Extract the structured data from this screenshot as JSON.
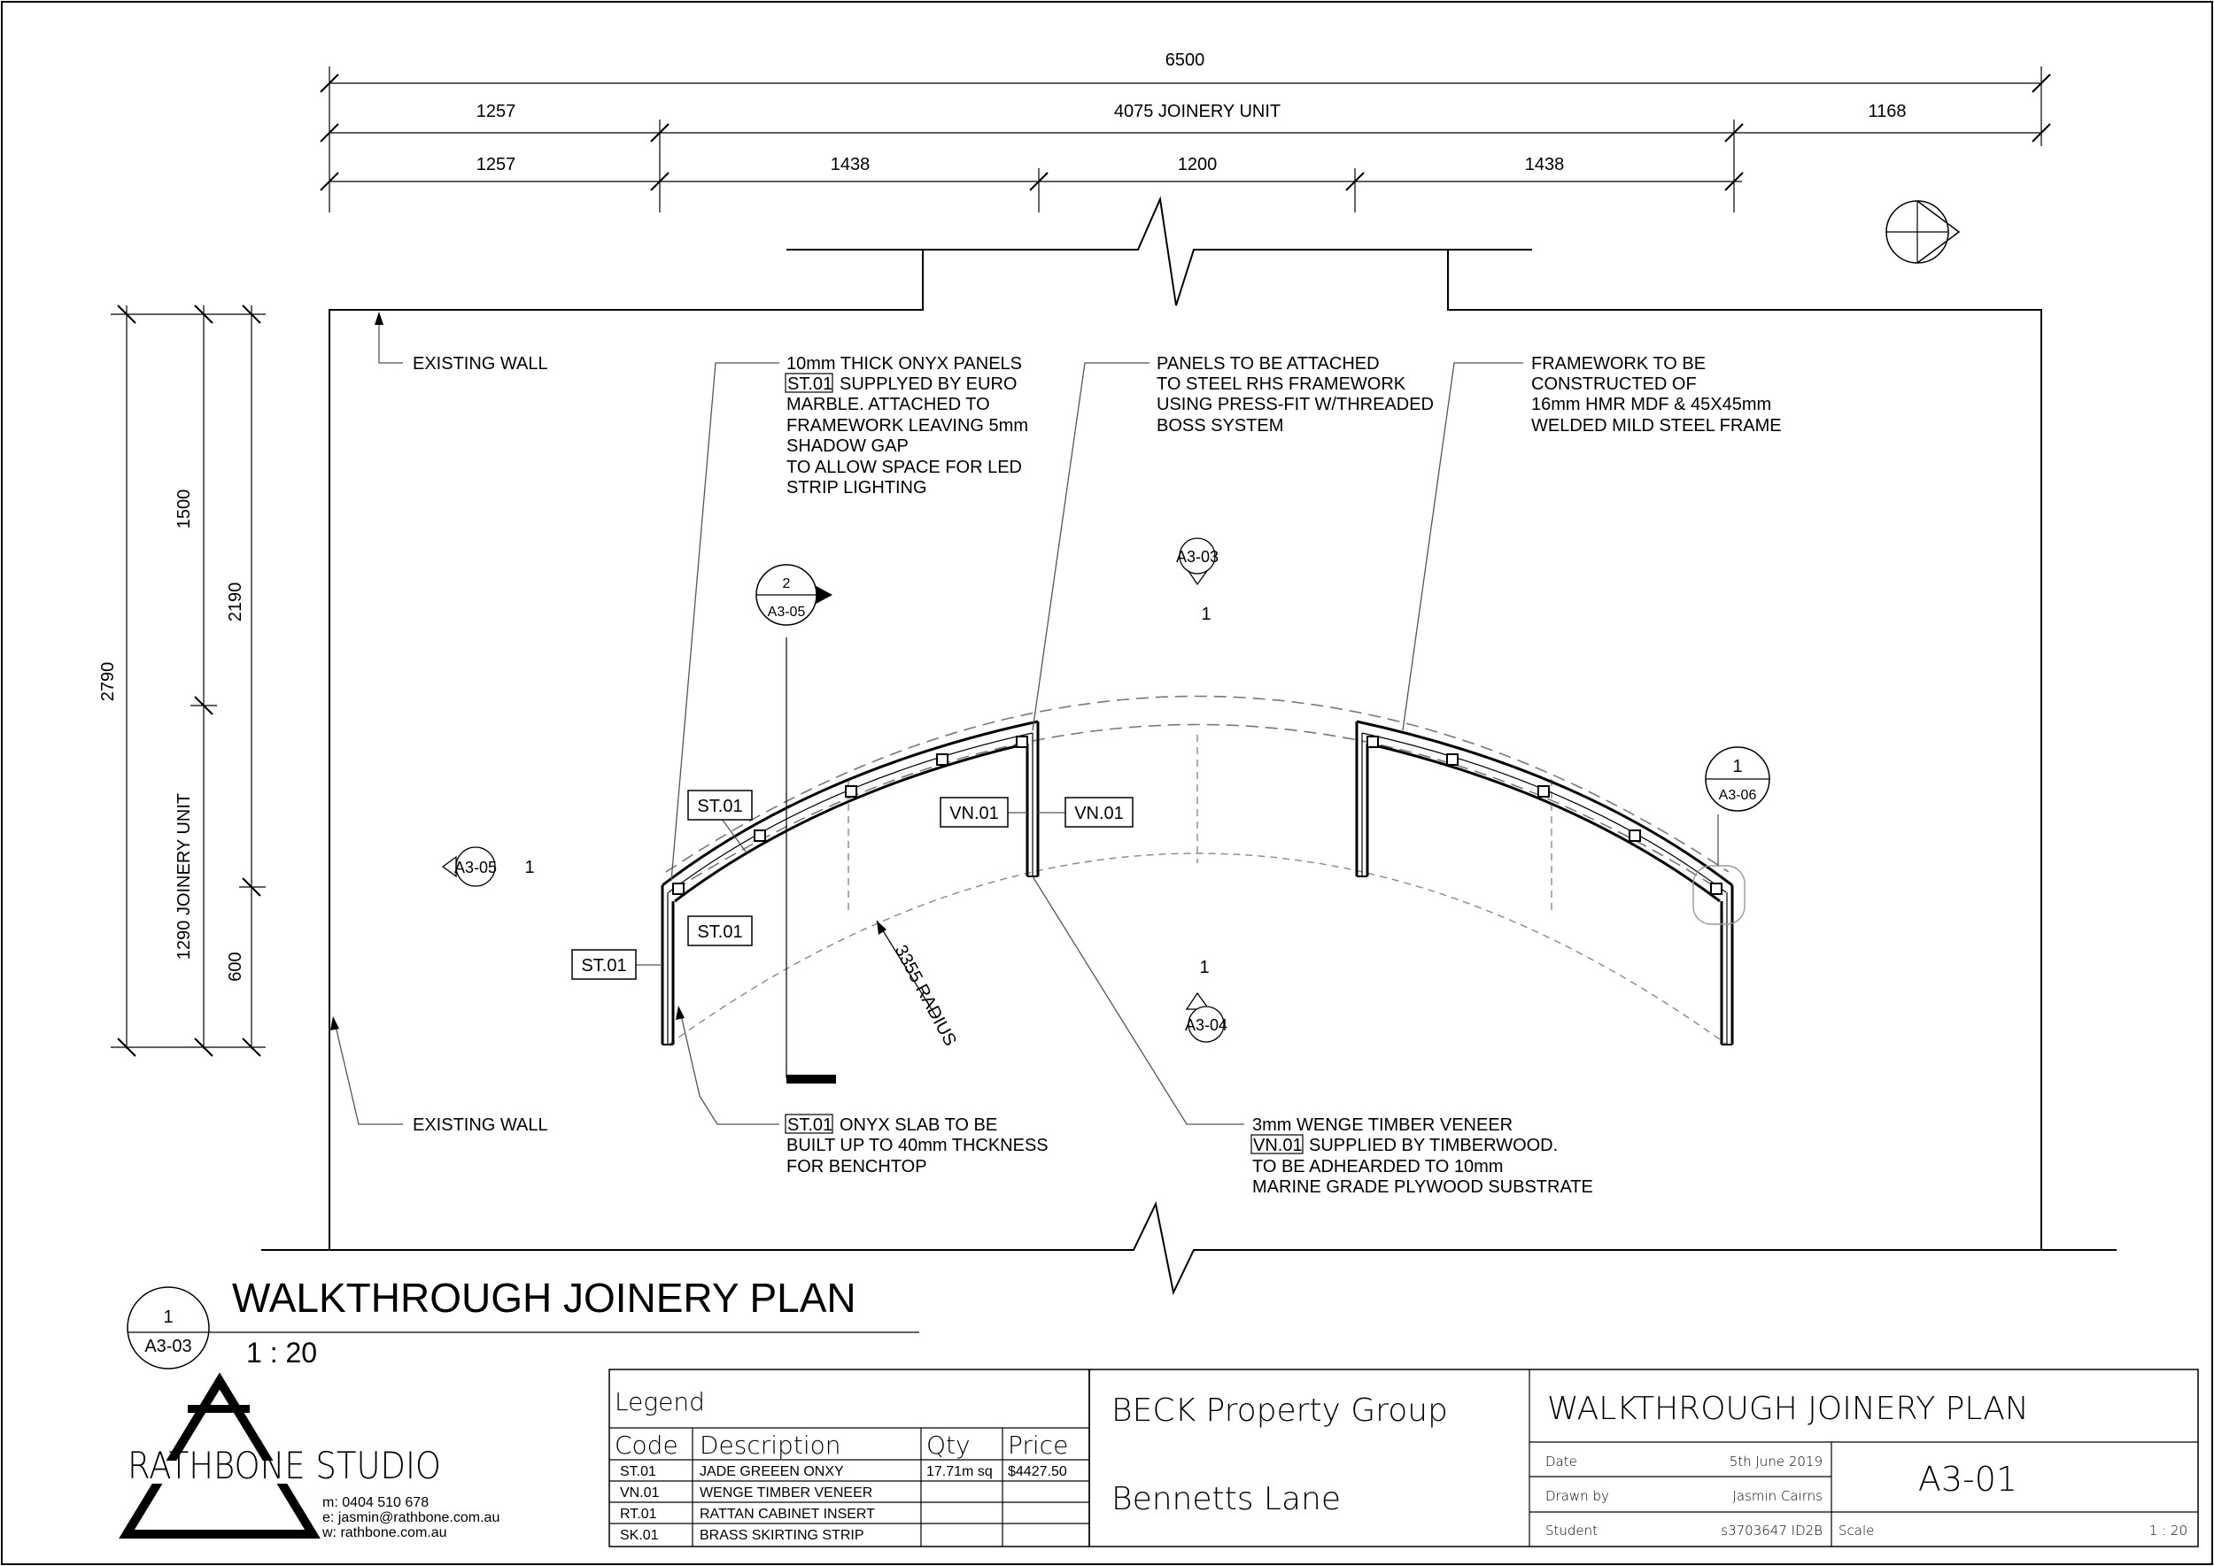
{
  "dimensions": {
    "overall": "6500",
    "row2": [
      "1257",
      "4075 JOINERY UNIT",
      "1168"
    ],
    "row3": [
      "1257",
      "1438",
      "1200",
      "1438"
    ],
    "left_overall": "2790",
    "left_mid": [
      "1500",
      "1290 JOINERY UNIT"
    ],
    "left_inner": [
      "2190",
      "600"
    ],
    "radius": "3355 RADIUS"
  },
  "notes": {
    "existing_wall_top": "EXISTING WALL",
    "existing_wall_bottom": "EXISTING WALL",
    "onyx_panels": [
      "10mm THICK ONYX PANELS",
      "SUPPLYED BY EURO",
      "MARBLE. ATTACHED TO",
      "FRAMEWORK LEAVING 5mm",
      "SHADOW GAP",
      "TO ALLOW SPACE FOR LED",
      "STRIP LIGHTING"
    ],
    "onyx_panels_code": "ST.01",
    "panels_attached": [
      "PANELS TO BE ATTACHED",
      "TO STEEL RHS FRAMEWORK",
      "USING PRESS-FIT W/THREADED",
      "BOSS SYSTEM"
    ],
    "framework": [
      "FRAMEWORK TO BE",
      "CONSTRUCTED OF",
      "16mm HMR MDF & 45X45mm",
      "WELDED MILD STEEL FRAME"
    ],
    "onyx_slab": [
      "ONYX SLAB TO BE",
      "BUILT UP TO 40mm THCKNESS",
      "FOR BENCHTOP"
    ],
    "onyx_slab_code": "ST.01",
    "veneer": [
      "3mm WENGE TIMBER VENEER",
      "SUPPLIED BY TIMBERWOOD.",
      "TO BE ADHEARDED TO 10mm",
      "MARINE GRADE PLYWOOD SUBSTRATE"
    ],
    "veneer_first_line_code": "VN.01"
  },
  "tags": {
    "st01_a": "ST.01",
    "st01_b": "ST.01",
    "st01_c": "ST.01",
    "vn01_a": "VN.01",
    "vn01_b": "VN.01"
  },
  "markers": {
    "section": {
      "number": "2",
      "sheet": "A3-05"
    },
    "elev_top": {
      "sheet": "A3-03",
      "number": "1"
    },
    "elev_bottom": {
      "sheet": "A3-04",
      "number": "1"
    },
    "elev_left": {
      "sheet": "A3-05",
      "number": "1"
    },
    "detail": {
      "number": "1",
      "sheet": "A3-06"
    }
  },
  "drawing_title": {
    "number": "1",
    "sheet": "A3-03",
    "title": "WALKTHROUGH JOINERY PLAN",
    "scale": "1 : 20"
  },
  "studio": {
    "name": "RATHBONE STUDIO",
    "phone": "m: 0404 510 678",
    "email": "e: jasmin@rathbone.com.au",
    "web": "w: rathbone.com.au"
  },
  "legend": {
    "title": "Legend",
    "headers": [
      "Code",
      "Description",
      "Qty",
      "Price"
    ],
    "rows": [
      [
        "ST.01",
        "JADE GREEEN ONXY",
        "17.71m sq",
        "$4427.50"
      ],
      [
        "VN.01",
        "WENGE TIMBER VENEER",
        "",
        ""
      ],
      [
        "RT.01",
        "RATTAN CABINET INSERT",
        "",
        ""
      ],
      [
        "SK.01",
        "BRASS SKIRTING STRIP",
        "",
        ""
      ]
    ]
  },
  "title_block": {
    "client": "BECK Property Group",
    "project": "Bennetts Lane",
    "sheet_title": "WALKTHROUGH JOINERY PLAN",
    "date_label": "Date",
    "date": "5th June 2019",
    "drawn_label": "Drawn by",
    "drawn": "Jasmin Cairns",
    "student_label": "Student",
    "student": "s3703647 ID2B",
    "sheet_number": "A3-01",
    "scale_label": "Scale",
    "scale": "1 : 20"
  }
}
